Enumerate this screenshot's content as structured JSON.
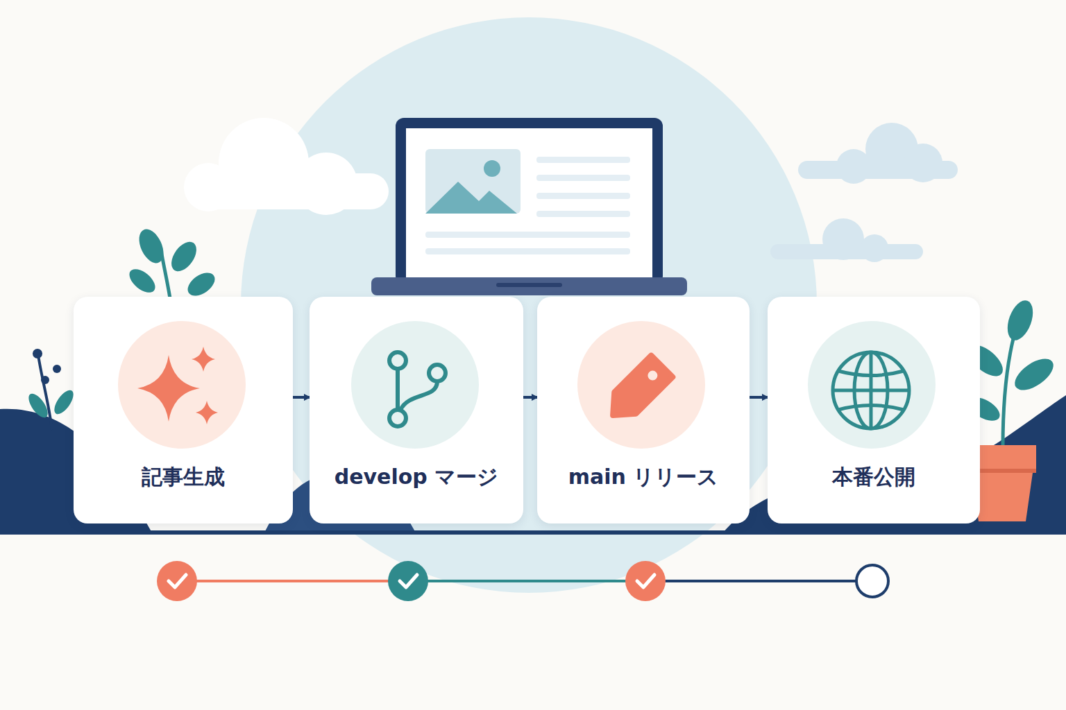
{
  "diagram": {
    "nodes": [
      {
        "text": [
          "記事生成"
        ]
      },
      {
        "text": [
          "develop マージ"
        ]
      },
      {
        "text": [
          "main リリース"
        ]
      },
      {
        "text": [
          "本番公開"
        ]
      }
    ],
    "edges": [
      {
        "from": 0,
        "to": 1,
        "arrow": "to"
      },
      {
        "from": 1,
        "to": 2,
        "arrow": "to"
      },
      {
        "from": 2,
        "to": 3,
        "arrow": "to"
      }
    ]
  }
}
